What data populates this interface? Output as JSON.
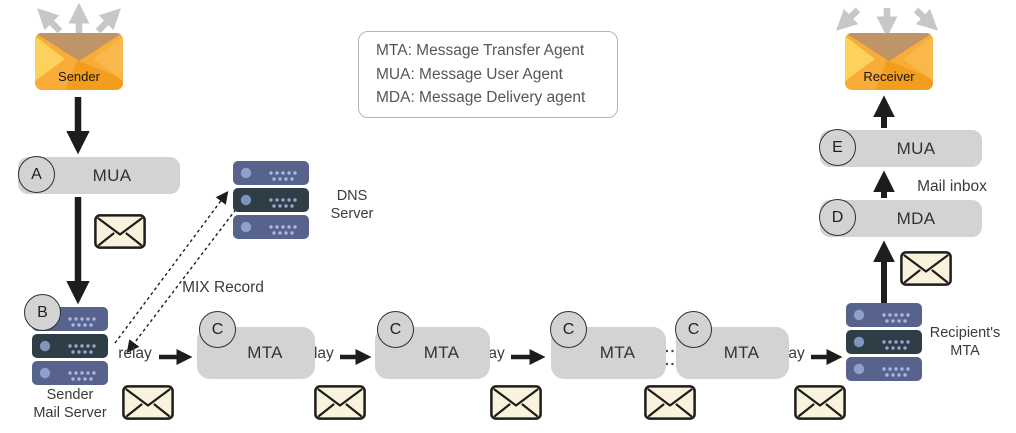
{
  "legend": {
    "line1": "MTA: Message Transfer Agent",
    "line2": "MUA: Message User Agent",
    "line3": "MDA: Message Delivery agent"
  },
  "labels": {
    "sender": "Sender",
    "receiver": "Receiver",
    "relay": "relay",
    "mix_record": "MIX Record",
    "mail_inbox": "Mail inbox",
    "dns_server_line1": "DNS",
    "dns_server_line2": "Server",
    "sender_server_line1": "Sender",
    "sender_server_line2": "Mail Server",
    "recipient_mta_line1": "Recipient's",
    "recipient_mta_line2": "MTA"
  },
  "nodes": {
    "mua_a": {
      "badge": "A",
      "label": "MUA"
    },
    "mda": {
      "badge": "D",
      "label": "MDA"
    },
    "mua_e": {
      "badge": "E",
      "label": "MUA"
    },
    "sender_server_badge": "B"
  },
  "mta": [
    {
      "badge": "C",
      "label": "MTA"
    },
    {
      "badge": "C",
      "label": "MTA"
    },
    {
      "badge": "C",
      "label": "MTA"
    },
    {
      "badge": "C",
      "label": "MTA"
    }
  ],
  "icons": {
    "sender_envelope": "orange-envelope-icon",
    "receiver_envelope": "orange-envelope-icon",
    "message_envelope": "cream-envelope-icon",
    "server_stack": "server-stack-icon",
    "broadcast_arrows": "gray-arrow-cluster-icon"
  },
  "colors": {
    "node_gray": "#d3d3d4",
    "server_slate": "#57638d",
    "server_dark": "#2e3d46",
    "envelope_orange": "#f9ac38",
    "envelope_flap_tan": "#bf9466",
    "envelope_yellow": "#fcd15c",
    "message_cream": "#f9f3de",
    "arrow_black": "#1d1d1b",
    "arrow_gray": "#c7c7c9",
    "text_dark": "#3a3a3a",
    "legend_text": "#565659"
  }
}
